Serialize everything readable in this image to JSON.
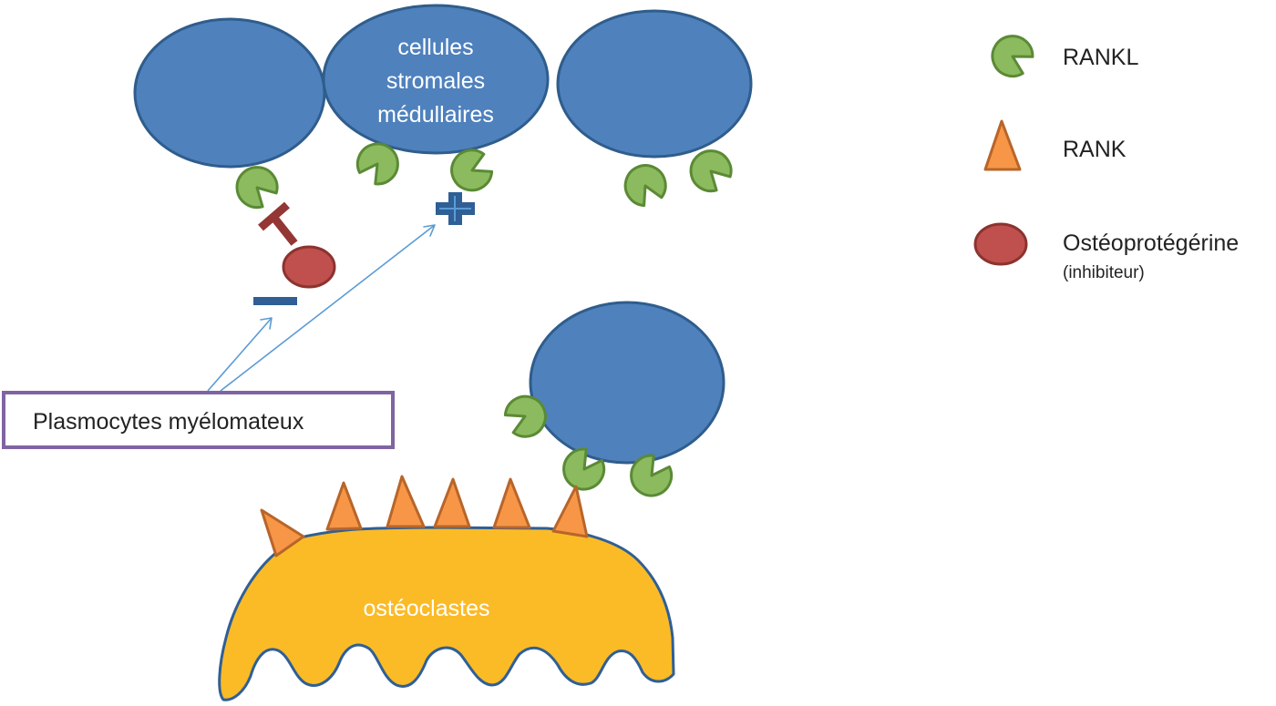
{
  "diagram": {
    "stromal_cells_label": [
      "cellules",
      "stromales",
      "médullaires"
    ],
    "osteoclast_label": "ostéoclastes",
    "myeloma_box_label": "Plasmocytes myélomateux",
    "inhibition_sign": "minus",
    "activation_sign": "plus",
    "colors": {
      "stromal_cell": "#4f81bd",
      "rankl": "#8bbb5e",
      "rank": "#f79646",
      "osteoprotegerin": "#c0504d",
      "osteoclast": "#fbbb27",
      "myeloma_box_border": "#8064a2",
      "arrow": "#5b9bd5"
    }
  },
  "legend": {
    "items": [
      {
        "icon": "rankl-pacman-icon",
        "label": "RANKL",
        "sublabel": ""
      },
      {
        "icon": "rank-triangle-icon",
        "label": "RANK",
        "sublabel": ""
      },
      {
        "icon": "osteoprotegerin-ellipse-icon",
        "label": "Ostéoprotégérine",
        "sublabel": "(inhibiteur)"
      }
    ]
  }
}
